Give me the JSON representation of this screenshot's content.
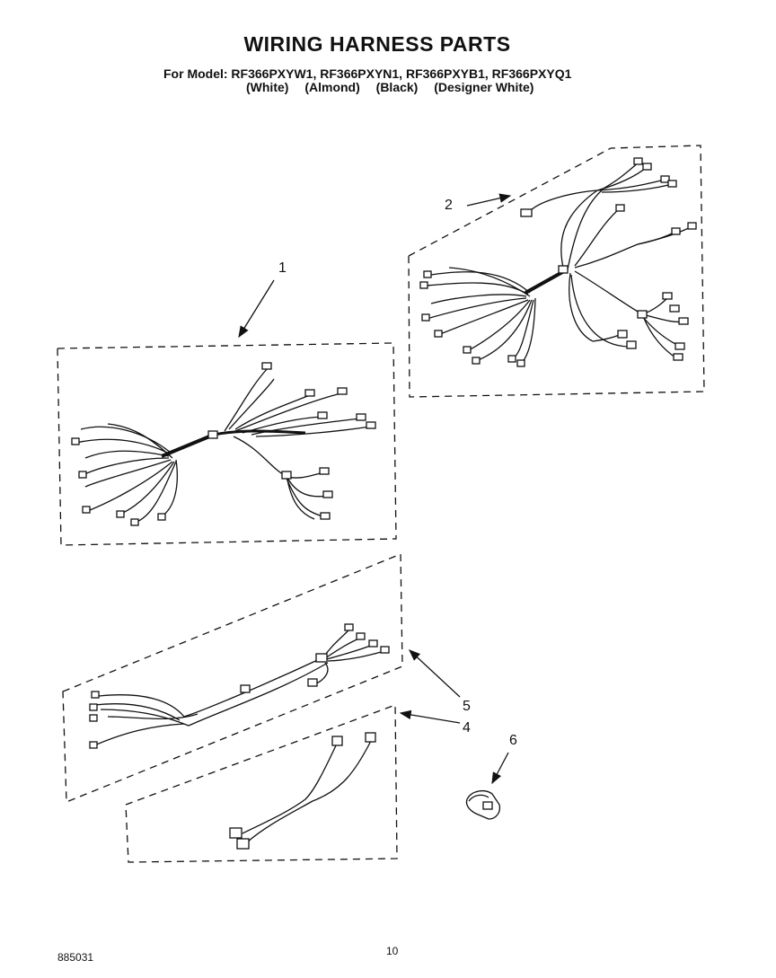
{
  "title": "WIRING HARNESS PARTS",
  "model_line": "For Model: RF366PXYW1, RF366PXYN1, RF366PXYB1, RF366PXYQ1",
  "colors": [
    "(White)",
    "(Almond)",
    "(Black)",
    "(Designer White)"
  ],
  "callouts": [
    "1",
    "2",
    "4",
    "5",
    "6"
  ],
  "footer_code": "885031",
  "page_number": "10"
}
